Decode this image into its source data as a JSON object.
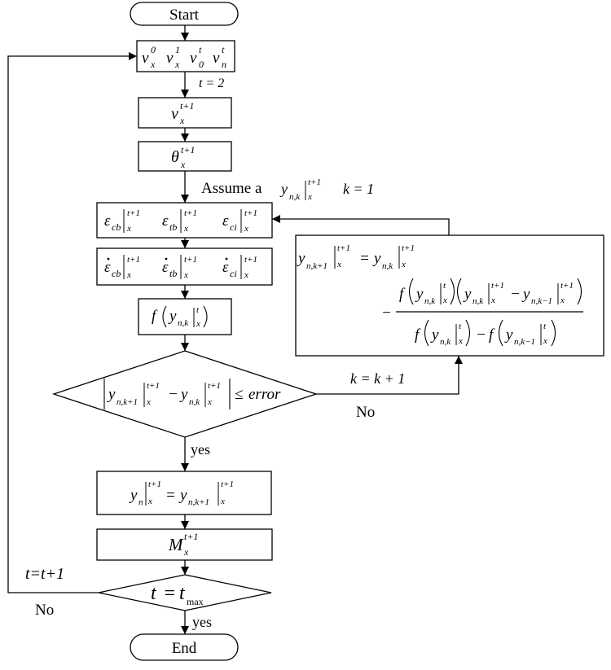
{
  "labels": {
    "start": "Start",
    "end": "End",
    "t_eq_2": "t = 2",
    "assume": "Assume a",
    "k_eq_1": "k = 1",
    "k_inc": "k = k + 1",
    "t_inc": "t=t+1",
    "yes": "yes",
    "no": "No",
    "error": "error"
  },
  "symbols": {
    "v": "v",
    "theta": "θ",
    "eps": "ε",
    "eps_dot": "ε̇",
    "f": "f",
    "y": "y",
    "M": "M",
    "t": "t",
    "sub_x": "x",
    "sub_0": "0",
    "sub_n": "n",
    "sub_cb": "cb",
    "sub_tb": "tb",
    "sub_ci": "ci",
    "sub_max": "max",
    "sub_nk": "n,k",
    "sub_nk1": "n,k+1",
    "sub_nkm1": "n,k−1",
    "sup_0": "0",
    "sup_1": "1",
    "sup_t": "t",
    "sup_t1": "t+1",
    "eq": "=",
    "le": "≤",
    "minus": "−"
  }
}
